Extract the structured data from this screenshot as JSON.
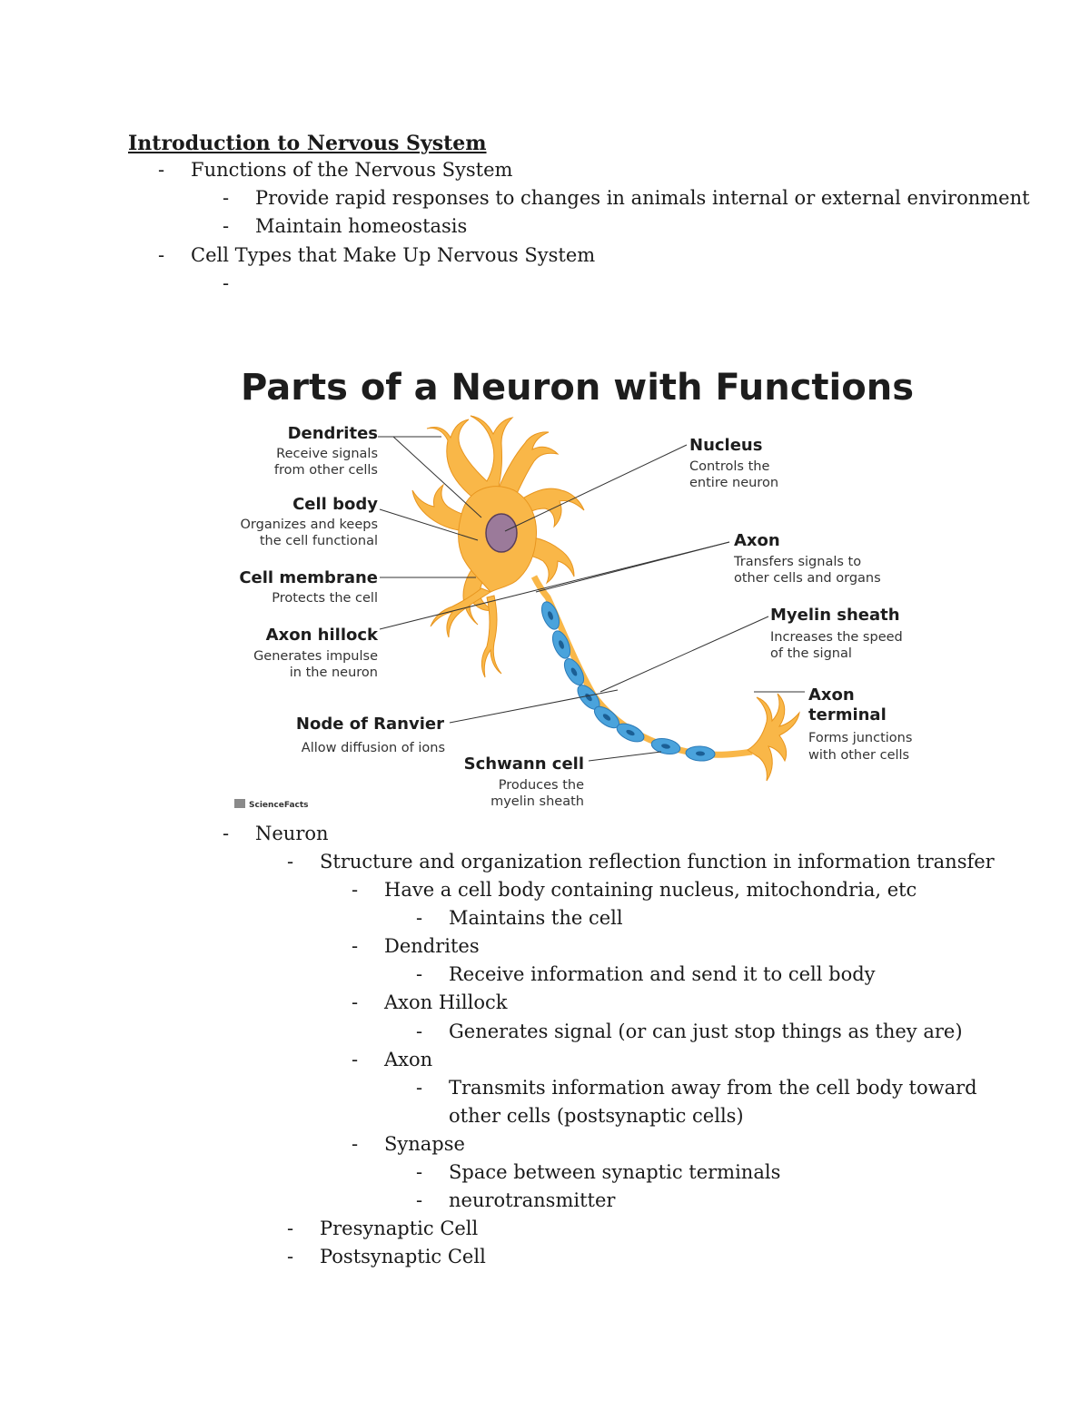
{
  "title": "Introduction to Nervous System",
  "bullet": "-",
  "intro_items": [
    "Functions of the Nervous System",
    "Provide rapid responses to changes in animals internal or external environment",
    "Maintain homeostasis",
    "Cell Types that Make Up Nervous System",
    ""
  ],
  "figure": {
    "title": "Parts of a Neuron with Functions",
    "logo": "ScienceFacts",
    "labels": {
      "dendrites": {
        "name": "Dendrites",
        "desc1": "Receive signals",
        "desc2": "from other cells"
      },
      "cell_body": {
        "name": "Cell body",
        "desc1": "Organizes and keeps",
        "desc2": "the cell functional"
      },
      "cell_membrane": {
        "name": "Cell membrane",
        "desc1": "Protects the cell"
      },
      "axon_hillock": {
        "name": "Axon hillock",
        "desc1": "Generates impulse",
        "desc2": "in the neuron"
      },
      "node_of_ranvier": {
        "name": "Node of Ranvier",
        "desc1": "Allow diffusion of ions"
      },
      "schwann_cell": {
        "name": "Schwann cell",
        "desc1": "Produces the",
        "desc2": "myelin sheath"
      },
      "nucleus": {
        "name": "Nucleus",
        "desc1": "Controls the",
        "desc2": "entire neuron"
      },
      "axon": {
        "name": "Axon",
        "desc1": "Transfers signals to",
        "desc2": "other cells and organs"
      },
      "myelin_sheath": {
        "name": "Myelin sheath",
        "desc1": "Increases the speed",
        "desc2": "of the signal"
      },
      "axon_terminal": {
        "name1": "Axon",
        "name2": "terminal",
        "desc1": "Forms junctions",
        "desc2": "with other cells"
      }
    },
    "colors": {
      "neuron": "#f9b748",
      "neuron_edge": "#e8951e",
      "nucleus": "#9b7a9a",
      "myelin": "#4aa3dc",
      "myelin_core": "#1b5f95"
    }
  },
  "neuron_items": [
    "Neuron",
    "Structure and organization reflection function in information transfer",
    "Have a cell body containing nucleus, mitochondria, etc",
    "Maintains the cell",
    "Dendrites",
    "Receive information and send it to cell body",
    "Axon Hillock",
    "Generates signal (or can just stop things as they are)",
    "Axon",
    "Transmits information away from the cell body toward",
    "other cells (postsynaptic cells)",
    "Synapse",
    "Space between synaptic terminals",
    "neurotransmitter",
    "Presynaptic Cell",
    "Postsynaptic Cell"
  ]
}
